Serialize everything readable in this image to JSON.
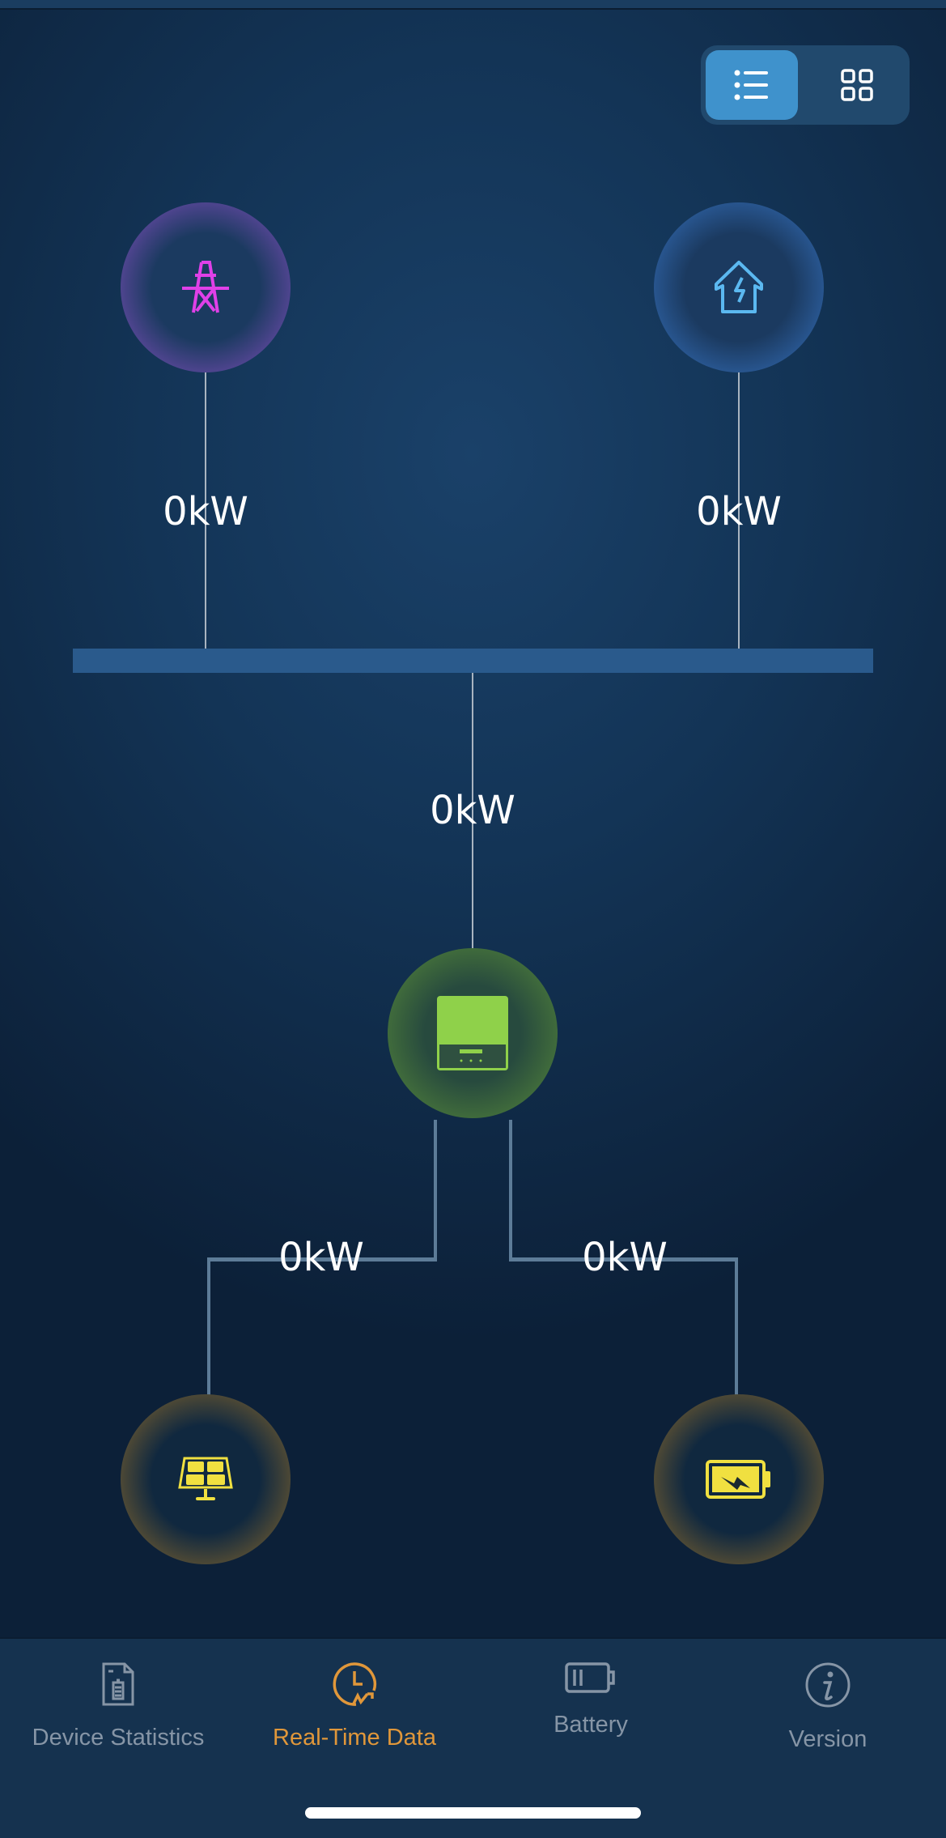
{
  "view_toggle": {
    "active": "list",
    "options": [
      "list",
      "grid"
    ]
  },
  "flow": {
    "grid_power": "0kW",
    "home_power": "0kW",
    "inverter_power": "0kW",
    "pv_power": "0kW",
    "battery_power": "0kW"
  },
  "nodes": {
    "grid": "power-tower-icon",
    "home": "home-lightning-icon",
    "inverter": "inverter-icon",
    "pv": "solar-panel-icon",
    "battery": "battery-charging-icon"
  },
  "colors": {
    "accent": "#e0973a",
    "active_toggle": "#3f92cc",
    "inactive_tab": "#8695a6"
  },
  "tabs": [
    {
      "label": "Device Statistics",
      "icon": "document-icon"
    },
    {
      "label": "Real-Time Data",
      "icon": "clock-chart-icon",
      "active": true
    },
    {
      "label": "Battery",
      "icon": "battery-icon"
    },
    {
      "label": "Version",
      "icon": "info-icon"
    }
  ]
}
